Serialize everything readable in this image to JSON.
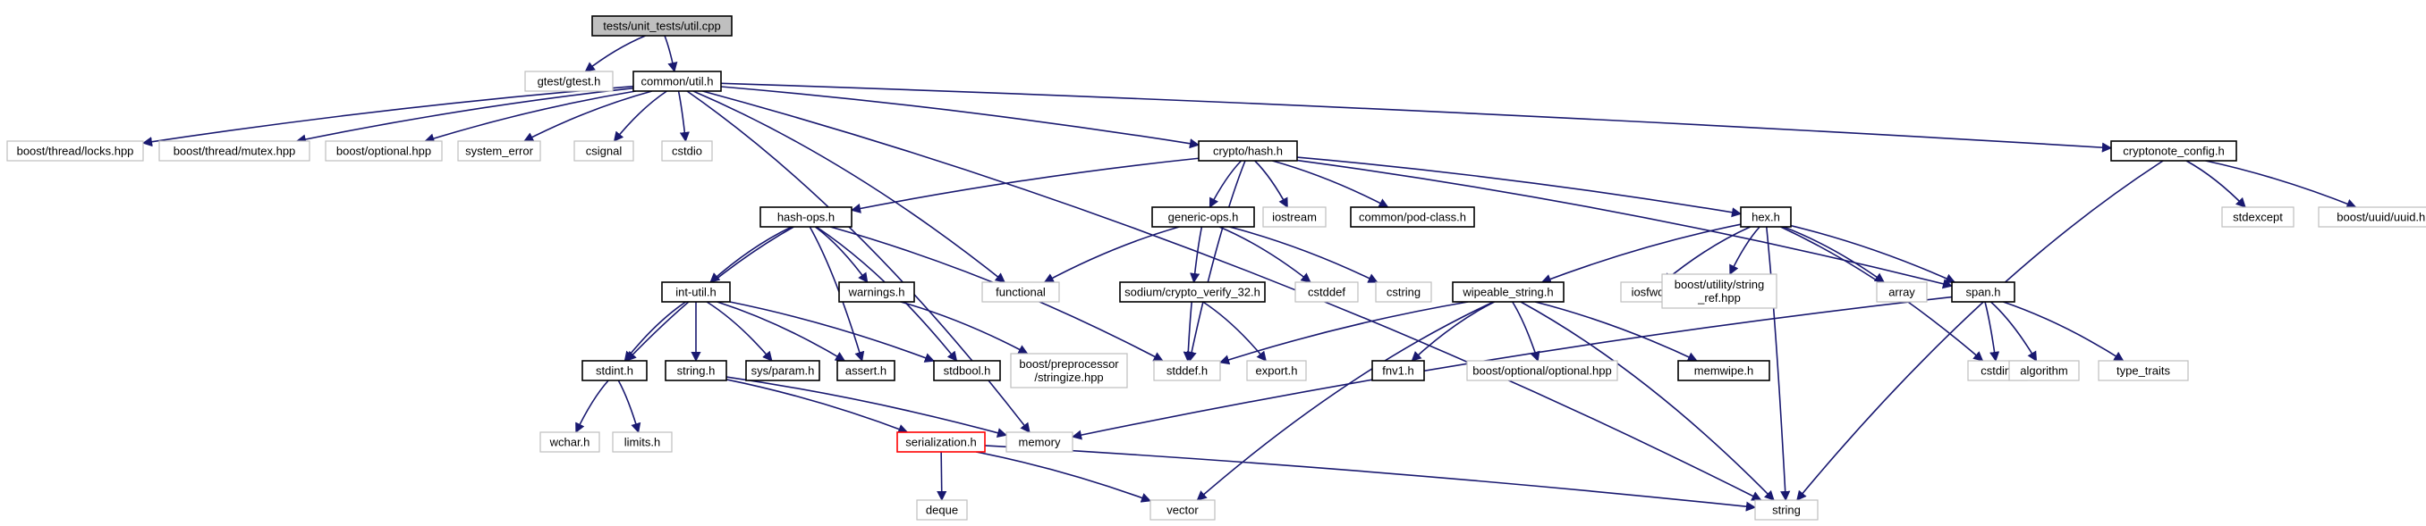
{
  "diagram": {
    "colors": {
      "edge": "#191970",
      "node_border_external": "#bfbfbf",
      "node_border_local": "#000000",
      "root_fill": "#bfbfbf",
      "missing_border": "#ff0000"
    },
    "nodes": [
      {
        "id": "root",
        "lines": [
          "tests/unit_tests/util.cpp"
        ],
        "kind": "root"
      },
      {
        "id": "gtest",
        "lines": [
          "gtest/gtest.h"
        ],
        "kind": "external"
      },
      {
        "id": "util",
        "lines": [
          "common/util.h"
        ],
        "kind": "local"
      },
      {
        "id": "locks",
        "lines": [
          "boost/thread/locks.hpp"
        ],
        "kind": "external"
      },
      {
        "id": "mutex",
        "lines": [
          "boost/thread/mutex.hpp"
        ],
        "kind": "external"
      },
      {
        "id": "optional",
        "lines": [
          "boost/optional.hpp"
        ],
        "kind": "external"
      },
      {
        "id": "system_error",
        "lines": [
          "system_error"
        ],
        "kind": "external"
      },
      {
        "id": "csignal",
        "lines": [
          "csignal"
        ],
        "kind": "external"
      },
      {
        "id": "cstdio",
        "lines": [
          "cstdio"
        ],
        "kind": "external"
      },
      {
        "id": "hash",
        "lines": [
          "crypto/hash.h"
        ],
        "kind": "local"
      },
      {
        "id": "cryptonote_config",
        "lines": [
          "cryptonote_config.h"
        ],
        "kind": "local"
      },
      {
        "id": "hashops",
        "lines": [
          "hash-ops.h"
        ],
        "kind": "local"
      },
      {
        "id": "genericops",
        "lines": [
          "generic-ops.h"
        ],
        "kind": "local"
      },
      {
        "id": "iostream",
        "lines": [
          "iostream"
        ],
        "kind": "external"
      },
      {
        "id": "podclass",
        "lines": [
          "common/pod-class.h"
        ],
        "kind": "local"
      },
      {
        "id": "hex",
        "lines": [
          "hex.h"
        ],
        "kind": "local"
      },
      {
        "id": "stdexcept",
        "lines": [
          "stdexcept"
        ],
        "kind": "external"
      },
      {
        "id": "uuid",
        "lines": [
          "boost/uuid/uuid.hpp"
        ],
        "kind": "external"
      },
      {
        "id": "intutil",
        "lines": [
          "int-util.h"
        ],
        "kind": "local"
      },
      {
        "id": "warnings",
        "lines": [
          "warnings.h"
        ],
        "kind": "local"
      },
      {
        "id": "functional",
        "lines": [
          "functional"
        ],
        "kind": "external"
      },
      {
        "id": "sodium",
        "lines": [
          "sodium/crypto_verify_32.h"
        ],
        "kind": "local"
      },
      {
        "id": "cstddef",
        "lines": [
          "cstddef"
        ],
        "kind": "external"
      },
      {
        "id": "cstring",
        "lines": [
          "cstring"
        ],
        "kind": "external"
      },
      {
        "id": "wipeable",
        "lines": [
          "wipeable_string.h"
        ],
        "kind": "local"
      },
      {
        "id": "iosfwd",
        "lines": [
          "iosfwd"
        ],
        "kind": "external"
      },
      {
        "id": "stringref",
        "lines": [
          "boost/utility/string",
          "_ref.hpp"
        ],
        "kind": "external"
      },
      {
        "id": "array",
        "lines": [
          "array"
        ],
        "kind": "external"
      },
      {
        "id": "span",
        "lines": [
          "span.h"
        ],
        "kind": "local"
      },
      {
        "id": "stdint",
        "lines": [
          "stdint.h"
        ],
        "kind": "local"
      },
      {
        "id": "stringh",
        "lines": [
          "string.h"
        ],
        "kind": "local"
      },
      {
        "id": "sysparam",
        "lines": [
          "sys/param.h"
        ],
        "kind": "local"
      },
      {
        "id": "asserth",
        "lines": [
          "assert.h"
        ],
        "kind": "local"
      },
      {
        "id": "stdbool",
        "lines": [
          "stdbool.h"
        ],
        "kind": "local"
      },
      {
        "id": "stringize",
        "lines": [
          "boost/preprocessor",
          "/stringize.hpp"
        ],
        "kind": "external"
      },
      {
        "id": "stddef",
        "lines": [
          "stddef.h"
        ],
        "kind": "external"
      },
      {
        "id": "export",
        "lines": [
          "export.h"
        ],
        "kind": "external"
      },
      {
        "id": "fnv1",
        "lines": [
          "fnv1.h"
        ],
        "kind": "local"
      },
      {
        "id": "boostopt2",
        "lines": [
          "boost/optional/optional.hpp"
        ],
        "kind": "external"
      },
      {
        "id": "memwipe",
        "lines": [
          "memwipe.h"
        ],
        "kind": "local"
      },
      {
        "id": "cstdint",
        "lines": [
          "cstdint"
        ],
        "kind": "external"
      },
      {
        "id": "algorithm",
        "lines": [
          "algorithm"
        ],
        "kind": "external"
      },
      {
        "id": "type_traits",
        "lines": [
          "type_traits"
        ],
        "kind": "external"
      },
      {
        "id": "wchar",
        "lines": [
          "wchar.h"
        ],
        "kind": "external"
      },
      {
        "id": "limits",
        "lines": [
          "limits.h"
        ],
        "kind": "external"
      },
      {
        "id": "serialization",
        "lines": [
          "serialization.h"
        ],
        "kind": "error"
      },
      {
        "id": "memory",
        "lines": [
          "memory"
        ],
        "kind": "external"
      },
      {
        "id": "deque",
        "lines": [
          "deque"
        ],
        "kind": "external"
      },
      {
        "id": "vector",
        "lines": [
          "vector"
        ],
        "kind": "external"
      },
      {
        "id": "string",
        "lines": [
          "string"
        ],
        "kind": "external"
      }
    ],
    "edges": [
      [
        "root",
        "gtest"
      ],
      [
        "root",
        "util"
      ],
      [
        "util",
        "locks"
      ],
      [
        "util",
        "mutex"
      ],
      [
        "util",
        "optional"
      ],
      [
        "util",
        "system_error"
      ],
      [
        "util",
        "csignal"
      ],
      [
        "util",
        "cstdio"
      ],
      [
        "util",
        "hash"
      ],
      [
        "util",
        "cryptonote_config"
      ],
      [
        "util",
        "functional"
      ],
      [
        "util",
        "memory"
      ],
      [
        "util",
        "string"
      ],
      [
        "hash",
        "hashops"
      ],
      [
        "hash",
        "genericops"
      ],
      [
        "hash",
        "iostream"
      ],
      [
        "hash",
        "podclass"
      ],
      [
        "hash",
        "hex"
      ],
      [
        "hash",
        "stddef"
      ],
      [
        "hash",
        "span"
      ],
      [
        "cryptonote_config",
        "stdexcept"
      ],
      [
        "cryptonote_config",
        "uuid"
      ],
      [
        "cryptonote_config",
        "string"
      ],
      [
        "hashops",
        "intutil"
      ],
      [
        "hashops",
        "warnings"
      ],
      [
        "hashops",
        "stdint"
      ],
      [
        "hashops",
        "asserth"
      ],
      [
        "hashops",
        "stdbool"
      ],
      [
        "hashops",
        "stddef"
      ],
      [
        "genericops",
        "functional"
      ],
      [
        "genericops",
        "sodium"
      ],
      [
        "genericops",
        "cstddef"
      ],
      [
        "genericops",
        "cstring"
      ],
      [
        "hex",
        "wipeable"
      ],
      [
        "hex",
        "iosfwd"
      ],
      [
        "hex",
        "stringref"
      ],
      [
        "hex",
        "array"
      ],
      [
        "hex",
        "span"
      ],
      [
        "hex",
        "cstdint"
      ],
      [
        "hex",
        "string"
      ],
      [
        "intutil",
        "stdint"
      ],
      [
        "intutil",
        "stringh"
      ],
      [
        "intutil",
        "sysparam"
      ],
      [
        "intutil",
        "asserth"
      ],
      [
        "intutil",
        "stdbool"
      ],
      [
        "warnings",
        "stringize"
      ],
      [
        "sodium",
        "stddef"
      ],
      [
        "sodium",
        "export"
      ],
      [
        "wipeable",
        "stddef"
      ],
      [
        "wipeable",
        "fnv1"
      ],
      [
        "wipeable",
        "boostopt2"
      ],
      [
        "wipeable",
        "memwipe"
      ],
      [
        "wipeable",
        "vector"
      ],
      [
        "wipeable",
        "string"
      ],
      [
        "span",
        "cstdint"
      ],
      [
        "span",
        "algorithm"
      ],
      [
        "span",
        "type_traits"
      ],
      [
        "span",
        "memory"
      ],
      [
        "stdint",
        "wchar"
      ],
      [
        "stdint",
        "limits"
      ],
      [
        "stringh",
        "memory"
      ],
      [
        "stringh",
        "serialization"
      ],
      [
        "serialization",
        "deque"
      ],
      [
        "serialization",
        "vector"
      ],
      [
        "serialization",
        "string"
      ]
    ]
  }
}
